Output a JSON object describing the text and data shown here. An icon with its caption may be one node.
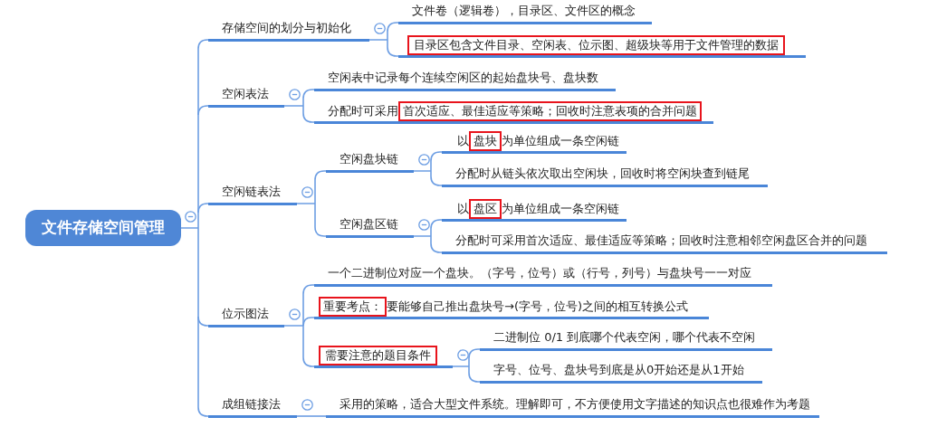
{
  "diagram": {
    "nodes": [
      {
        "text": [
          "文件存储空间管理"
        ]
      },
      {
        "text": [
          "存储空间的划分与初始化"
        ]
      },
      {
        "text": [
          "文件卷（逻辑卷），目录区、文件区的概念"
        ]
      },
      {
        "text": [
          "目录区包含文件目录、空闲表、位示图、超级块等用于文件管理的数据"
        ]
      },
      {
        "text": [
          "空闲表法"
        ]
      },
      {
        "text": [
          "空闲表中记录每个连续空闲区的起始盘块号、盘块数"
        ]
      },
      {
        "text": [
          "分配时可采用"
        ]
      },
      {
        "text": [
          "首次适应、最佳适应等策略；回收时注意表项的合并问题"
        ],
        "in": 6
      },
      {
        "text": [
          "空闲链表法"
        ]
      },
      {
        "text": [
          "空闲盘块链"
        ]
      },
      {
        "text": [
          "以",
          "为单位组成一条空闲链"
        ]
      },
      {
        "text": [
          "盘块"
        ],
        "in": 10
      },
      {
        "text": [
          "分配时从链头依次取出空闲块，回收时将空闲块查到链尾"
        ]
      },
      {
        "text": [
          "空闲盘区链"
        ]
      },
      {
        "text": [
          "以",
          "为单位组成一条空闲链"
        ]
      },
      {
        "text": [
          "盘区"
        ],
        "in": 14
      },
      {
        "text": [
          "分配时可采用首次适应、最佳适应等策略；回收时注意相邻空闲盘区合并的问题"
        ]
      },
      {
        "text": [
          "位示图法"
        ]
      },
      {
        "text": [
          "一个二进制位对应一个盘块。（字号，位号）或（行号，列号）与盘块号一一对应"
        ]
      },
      {
        "text": [
          "要能够自己推出盘块号→(字号，位号)之间的相互转换公式"
        ]
      },
      {
        "text": [
          "重要考点："
        ],
        "in": 19
      },
      {
        "text": [
          "需要注意的题目条件"
        ]
      },
      {
        "text": [
          "二进制位 0/1 到底哪个代表空闲，哪个代表不空闲"
        ]
      },
      {
        "text": [
          "字号、位号、盘块号到底是从0开始还是从1开始"
        ]
      },
      {
        "text": [
          "成组链接法"
        ]
      },
      {
        "text": [
          "采用的策略，适合大型文件系统。理解即可，不方便使用文字描述的知识点也很难作为考题"
        ]
      }
    ],
    "edges": [
      {
        "from": 0,
        "to": 1,
        "arrow": "none"
      },
      {
        "from": 0,
        "to": 4,
        "arrow": "none"
      },
      {
        "from": 0,
        "to": 8,
        "arrow": "none"
      },
      {
        "from": 0,
        "to": 17,
        "arrow": "none"
      },
      {
        "from": 0,
        "to": 24,
        "arrow": "none"
      },
      {
        "from": 1,
        "to": 2,
        "arrow": "none"
      },
      {
        "from": 1,
        "to": 3,
        "arrow": "none"
      },
      {
        "from": 4,
        "to": 5,
        "arrow": "none"
      },
      {
        "from": 4,
        "to": 6,
        "arrow": "none"
      },
      {
        "from": 8,
        "to": 9,
        "arrow": "none"
      },
      {
        "from": 8,
        "to": 13,
        "arrow": "none"
      },
      {
        "from": 9,
        "to": 10,
        "arrow": "none"
      },
      {
        "from": 9,
        "to": 12,
        "arrow": "none"
      },
      {
        "from": 13,
        "to": 14,
        "arrow": "none"
      },
      {
        "from": 13,
        "to": 16,
        "arrow": "none"
      },
      {
        "from": 17,
        "to": 18,
        "arrow": "none"
      },
      {
        "from": 17,
        "to": 19,
        "arrow": "none"
      },
      {
        "from": 17,
        "to": 21,
        "arrow": "none"
      },
      {
        "from": 21,
        "to": 22,
        "arrow": "none"
      },
      {
        "from": 21,
        "to": 23,
        "arrow": "none"
      },
      {
        "from": 24,
        "to": 25,
        "arrow": "none"
      }
    ]
  }
}
